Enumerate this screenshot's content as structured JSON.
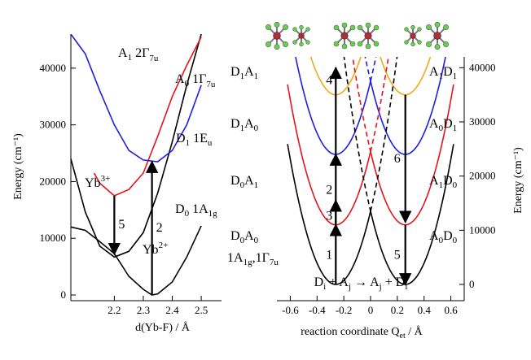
{
  "chart_data": [
    {
      "type": "line",
      "xlabel": "d(Yb-F) / Å",
      "ylabel": "Energy (cm⁻¹)",
      "xlim": [
        2.05,
        2.57
      ],
      "ylim": [
        -1000,
        46000
      ],
      "x_ticks": [
        2.2,
        2.3,
        2.4,
        2.5
      ],
      "x_tick_labels": [
        "2.2",
        "2.3",
        "2.4",
        "2.5"
      ],
      "y_ticks": [
        0,
        10000,
        20000,
        30000,
        40000
      ],
      "y_tick_labels": [
        "0",
        "10000",
        "20000",
        "30000",
        "40000"
      ],
      "series": [
        {
          "name": "D0 1A1g",
          "color": "#000000",
          "x": [
            2.05,
            2.1,
            2.15,
            2.2,
            2.25,
            2.3,
            2.33,
            2.35,
            2.4,
            2.45,
            2.5
          ],
          "y": [
            12000,
            11400,
            9400,
            7300,
            3300,
            1000,
            0,
            200,
            2300,
            6700,
            12200
          ]
        },
        {
          "name": "A0 1Γ7u",
          "color": "#000000",
          "x": [
            2.05,
            2.1,
            2.15,
            2.2,
            2.25,
            2.3,
            2.35,
            2.4,
            2.45,
            2.5
          ],
          "y": [
            24000,
            14600,
            8600,
            6700,
            7700,
            11000,
            18000,
            27000,
            37000,
            46000
          ]
        },
        {
          "name": "A1 2Γ7u",
          "color": "#e8141c",
          "x": [
            2.13,
            2.15,
            2.2,
            2.25,
            2.3,
            2.35,
            2.4,
            2.45,
            2.5
          ],
          "y": [
            21500,
            19700,
            17500,
            18600,
            21500,
            28000,
            35000,
            40500,
            45500
          ]
        },
        {
          "name": "D1 1Eu",
          "color": "#1e1ee6",
          "x": [
            2.05,
            2.1,
            2.15,
            2.2,
            2.25,
            2.3,
            2.35,
            2.4,
            2.45,
            2.5
          ],
          "y": [
            46000,
            42500,
            36000,
            30000,
            25500,
            23800,
            23500,
            25500,
            30000,
            37000
          ]
        }
      ],
      "arrows": [
        {
          "label": "5",
          "x": 2.2,
          "y_from": 17500,
          "y_to": 7200
        },
        {
          "label": "2",
          "x": 2.33,
          "y_from": 0,
          "y_to": 23500
        }
      ],
      "annotations": [
        "A",
        "1",
        "2Γ",
        "7u",
        "A",
        "0",
        "1Γ",
        "7u",
        "D",
        "1",
        "1E",
        "u",
        "D",
        "0",
        "1A",
        "1g",
        "Yb",
        "3+",
        "Yb",
        "2+"
      ]
    },
    {
      "type": "line",
      "xlabel": "reaction coordinate Q",
      "xlabel_sub": "et",
      "xlabel_unit": " / Å",
      "ylabel": "Energy (cm⁻¹)",
      "xlim": [
        -0.7,
        0.7
      ],
      "ylim": [
        -3000,
        42000
      ],
      "x_ticks": [
        -0.6,
        -0.4,
        -0.2,
        0,
        0.2,
        0.4,
        0.6
      ],
      "x_tick_labels": [
        "-0.6",
        "-0.4",
        "-0.2",
        "0",
        "0.2",
        "0.4",
        "0.6"
      ],
      "y_ticks": [
        0,
        10000,
        20000,
        30000,
        40000
      ],
      "y_tick_labels": [
        "0",
        "10000",
        "20000",
        "30000",
        "40000"
      ],
      "parabola_k": 200000,
      "series": [
        {
          "name": "D0A0",
          "color": "#000000",
          "dash": false,
          "center": -0.26,
          "offset": 0
        },
        {
          "name": "A0D0",
          "color": "#000000",
          "dash": false,
          "center": 0.26,
          "offset": 0
        },
        {
          "name": "D0A1",
          "color": "#e8141c",
          "dash": false,
          "center": -0.26,
          "offset": 11000
        },
        {
          "name": "A1D0",
          "color": "#e8141c",
          "dash": false,
          "center": 0.26,
          "offset": 11000
        },
        {
          "name": "D1A0",
          "color": "#1e1ee6",
          "dash": false,
          "center": -0.26,
          "offset": 24000
        },
        {
          "name": "A0D1",
          "color": "#1e1ee6",
          "dash": false,
          "center": 0.26,
          "offset": 24000
        },
        {
          "name": "D1A1",
          "color": "#f0aa14",
          "dash": false,
          "center": -0.26,
          "offset": 35000
        },
        {
          "name": "A1D1",
          "color": "#f0aa14",
          "dash": false,
          "center": 0.26,
          "offset": 35000
        },
        {
          "name": "A0D0 cont.",
          "color": "#000000",
          "dash": true,
          "center": 0.26,
          "offset": 0
        },
        {
          "name": "D0A0 cont.",
          "color": "#000000",
          "dash": true,
          "center": -0.26,
          "offset": 0
        },
        {
          "name": "A1D0 cont.",
          "color": "#e8141c",
          "dash": true,
          "center": 0.26,
          "offset": 11000
        },
        {
          "name": "D0A1 cont.",
          "color": "#e8141c",
          "dash": true,
          "center": -0.26,
          "offset": 11000
        },
        {
          "name": "A0D1 cont.",
          "color": "#1e1ee6",
          "dash": true,
          "center": 0.26,
          "offset": 24000
        },
        {
          "name": "D1A0 cont.",
          "color": "#1e1ee6",
          "dash": true,
          "center": -0.26,
          "offset": 24000
        },
        {
          "name": "A1D1 cont.",
          "color": "#f0aa14",
          "dash": true,
          "center": 0.26,
          "offset": 35000
        },
        {
          "name": "D1A1 cont.",
          "color": "#f0aa14",
          "dash": true,
          "center": -0.26,
          "offset": 35000
        }
      ],
      "arrows": [
        {
          "label": "1",
          "x": -0.26,
          "y_from": 0,
          "y_to": 11000
        },
        {
          "label": "3",
          "x": -0.26,
          "y_from": 11000,
          "y_to": 15500
        },
        {
          "label": "2",
          "x": -0.26,
          "y_from": 11000,
          "y_to": 24000
        },
        {
          "label": "4",
          "x": -0.26,
          "y_from": 24000,
          "y_to": 40000
        },
        {
          "label": "6",
          "x": 0.26,
          "y_from": 35000,
          "y_to": 11500
        },
        {
          "label": "5",
          "x": 0.26,
          "y_from": 11000,
          "y_to": 0
        }
      ],
      "state_labels_left": [
        "D",
        "1",
        "A",
        "1",
        "D",
        "1",
        "A",
        "0",
        "D",
        "0",
        "A",
        "1",
        "D",
        "0",
        "A",
        "0"
      ],
      "state_labels_right": [
        "A",
        "1",
        "D",
        "1",
        "A",
        "0",
        "D",
        "1",
        "A",
        "1",
        "D",
        "0",
        "A",
        "0",
        "D",
        "0"
      ],
      "ground_label": [
        "1A",
        "1g",
        ",1Γ",
        "7u"
      ],
      "reaction": [
        "D",
        "i",
        " + A",
        "j",
        " → A",
        "j",
        " + D",
        "i"
      ]
    }
  ]
}
